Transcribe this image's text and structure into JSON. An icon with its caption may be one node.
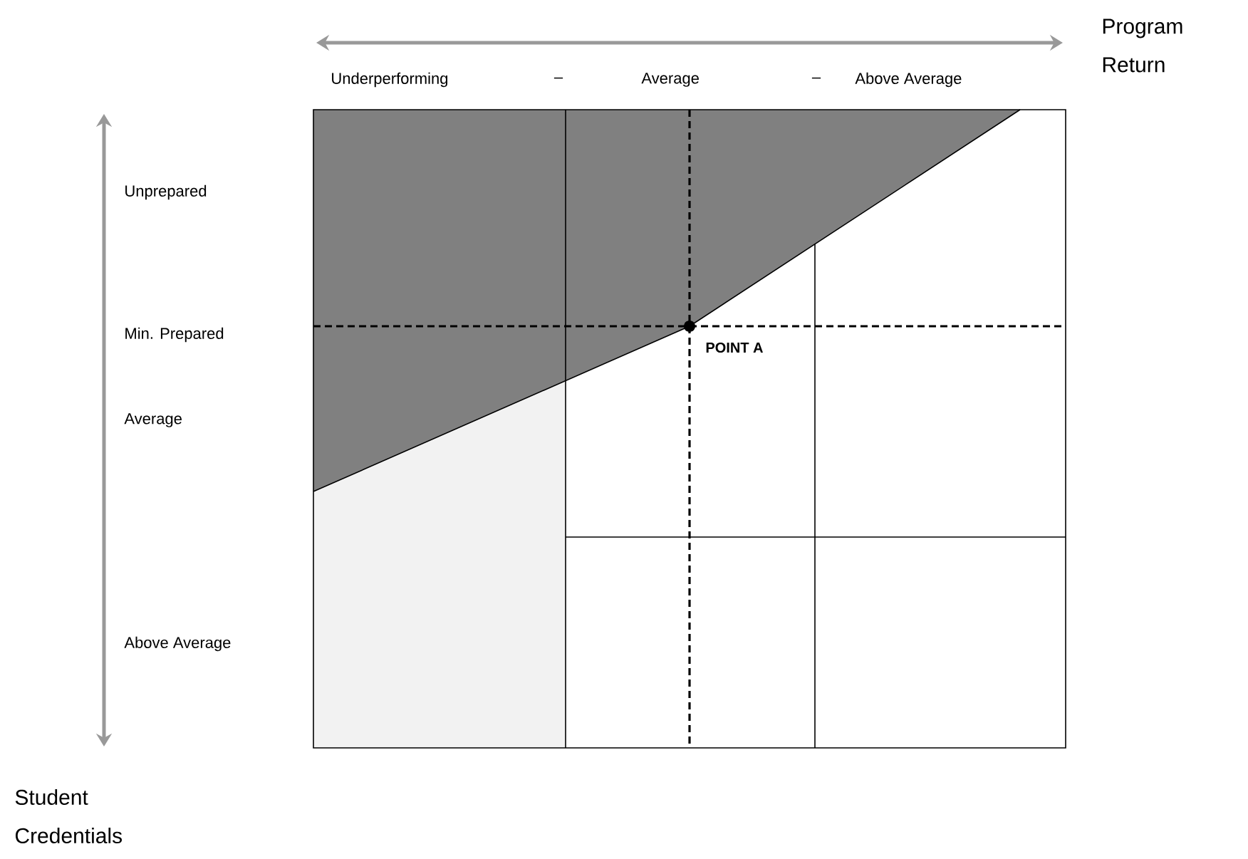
{
  "diagram": {
    "labels": [
      "Program Return",
      "Underperforming",
      "–",
      "Average",
      "–",
      "Above Average",
      "Unprepared",
      "Min. Prepared",
      "Average",
      "POINT A",
      "Above Average",
      "Student Credentials"
    ]
  }
}
